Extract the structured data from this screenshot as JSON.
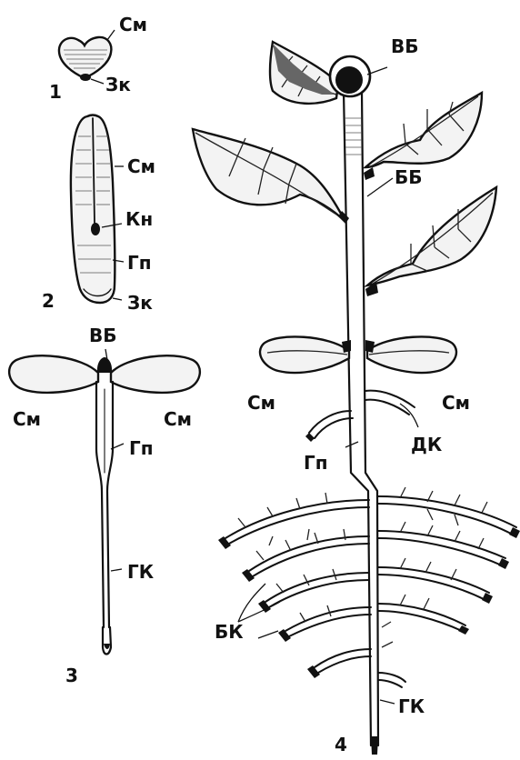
{
  "figures": [
    {
      "number": "1",
      "labels": {
        "cotyledon": "См",
        "embryo_root": "Зк"
      }
    },
    {
      "number": "2",
      "labels": {
        "cotyledon": "См",
        "root_tip": "Кн",
        "hypocotyl": "Гп",
        "embryo_root": "Зк"
      }
    },
    {
      "number": "3",
      "labels": {
        "apical_bud": "ВБ",
        "cotyledon_left": "См",
        "cotyledon_right": "См",
        "hypocotyl": "Гп",
        "main_root": "ГК"
      }
    },
    {
      "number": "4",
      "labels": {
        "apical_bud": "ВБ",
        "lateral_bud": "ББ",
        "cotyledon_left": "См",
        "cotyledon_right": "См",
        "hypocotyl": "Гп",
        "adventitious_root": "ДК",
        "lateral_roots": "БК",
        "main_root": "ГК"
      }
    }
  ]
}
